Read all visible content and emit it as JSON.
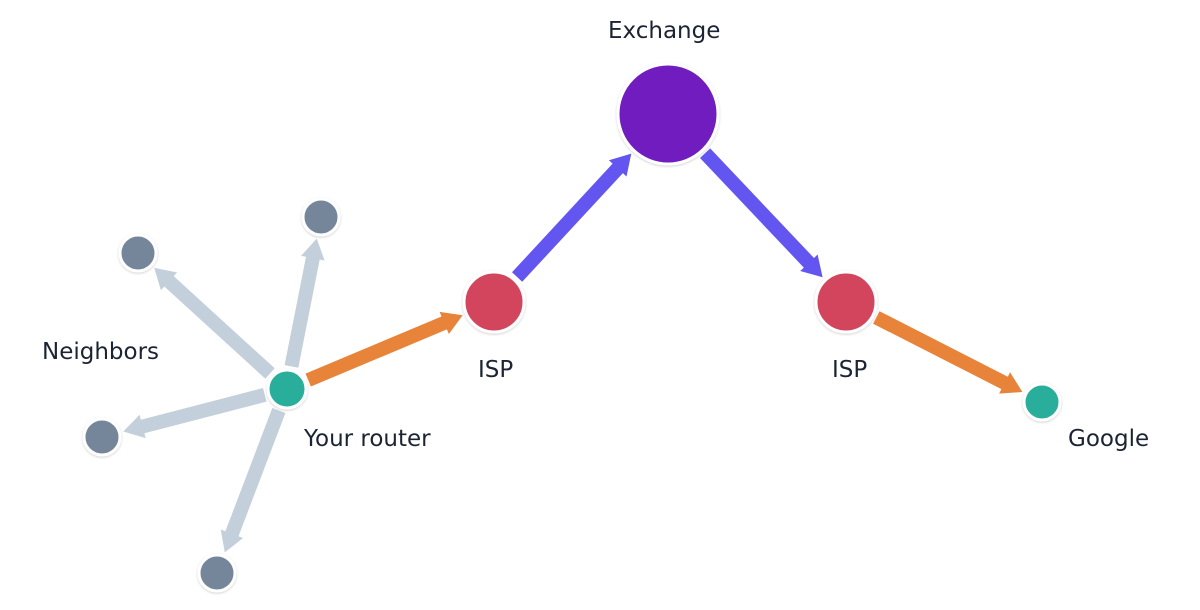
{
  "diagram": {
    "colors": {
      "neighbor_edge": "#c3cfda",
      "orange_edge": "#e8833a",
      "exchange_edge": "#6356f0",
      "router": "#2aae9c",
      "neighbor": "#76869a",
      "isp": "#d3445b",
      "exchange": "#6f1bbf",
      "google": "#2aae9c"
    },
    "labels": {
      "neighbors": "Neighbors",
      "router": "Your router",
      "isp_left": "ISP",
      "isp_right": "ISP",
      "exchange": "Exchange",
      "google": "Google"
    },
    "nodes": [
      {
        "id": "router",
        "label": "Your router",
        "type": "router"
      },
      {
        "id": "neighbor-1",
        "type": "neighbor"
      },
      {
        "id": "neighbor-2",
        "type": "neighbor"
      },
      {
        "id": "neighbor-3",
        "type": "neighbor"
      },
      {
        "id": "neighbor-4",
        "type": "neighbor"
      },
      {
        "id": "isp-left",
        "label": "ISP",
        "type": "isp"
      },
      {
        "id": "exchange",
        "label": "Exchange",
        "type": "exchange"
      },
      {
        "id": "isp-right",
        "label": "ISP",
        "type": "isp"
      },
      {
        "id": "google",
        "label": "Google",
        "type": "google"
      }
    ],
    "edges": [
      {
        "from": "router",
        "to": "neighbor-1",
        "kind": "neighbor"
      },
      {
        "from": "router",
        "to": "neighbor-2",
        "kind": "neighbor"
      },
      {
        "from": "router",
        "to": "neighbor-3",
        "kind": "neighbor"
      },
      {
        "from": "router",
        "to": "neighbor-4",
        "kind": "neighbor"
      },
      {
        "from": "router",
        "to": "isp-left",
        "kind": "orange"
      },
      {
        "from": "isp-left",
        "to": "exchange",
        "kind": "exchange"
      },
      {
        "from": "exchange",
        "to": "isp-right",
        "kind": "exchange"
      },
      {
        "from": "isp-right",
        "to": "google",
        "kind": "orange"
      }
    ]
  }
}
